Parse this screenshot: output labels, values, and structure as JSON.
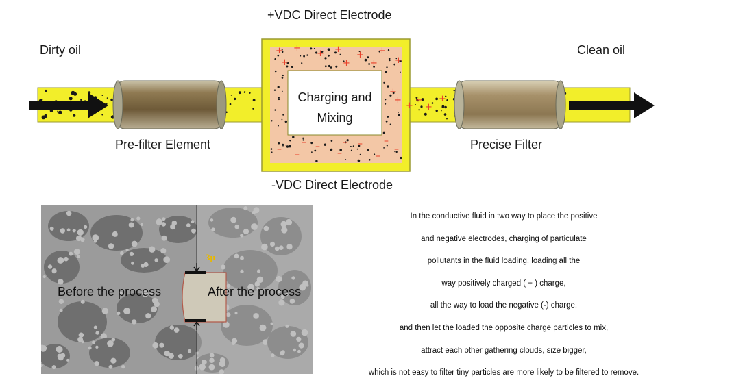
{
  "diagram": {
    "top_electrode": "+VDC Direct Electrode",
    "bottom_electrode": "-VDC Direct Electrode",
    "inlet": "Dirty oil",
    "outlet": "Clean oil",
    "prefilter": "Pre-filter Element",
    "chamber_line1": "Charging and",
    "chamber_line2": "Mixing",
    "precise": "Precise Filter"
  },
  "photo": {
    "before": "Before the process",
    "after": "After the process",
    "scale": "3μ"
  },
  "description": [
    "In the conductive fluid in two way to place the positive",
    "and negative electrodes, charging of particulate",
    "pollutants in the fluid loading, loading all the",
    "way positively charged ( + ) charge,",
    "all the way to load the negative (-) charge,",
    "and then let the loaded the opposite charge particles to mix,",
    "attract each other gathering clouds, size bigger,",
    "which is not easy to filter tiny particles are more likely to be filtered to remove."
  ],
  "colors": {
    "pipe_yellow": "#f2ee2a",
    "pipe_border": "#8a8a2a",
    "chamber_pink": "#f3c7a6",
    "plus_red": "#e8402a",
    "minus_red": "#d85a30",
    "filter_brown": "#8f7a52"
  }
}
